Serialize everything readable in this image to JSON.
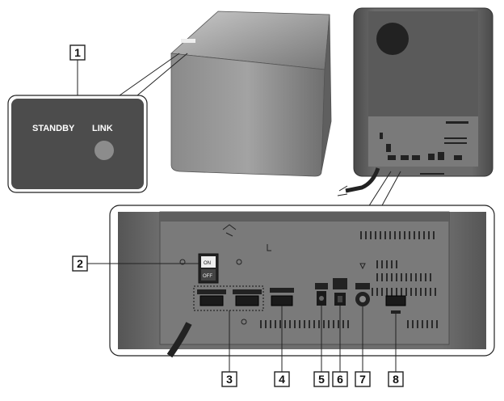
{
  "detail_panel": {
    "standby_label": "STANDBY",
    "link_label": "LINK"
  },
  "switch": {
    "on_label": "ON",
    "off_label": "OFF"
  },
  "callouts": [
    "1",
    "2",
    "3",
    "4",
    "5",
    "6",
    "7",
    "8"
  ]
}
